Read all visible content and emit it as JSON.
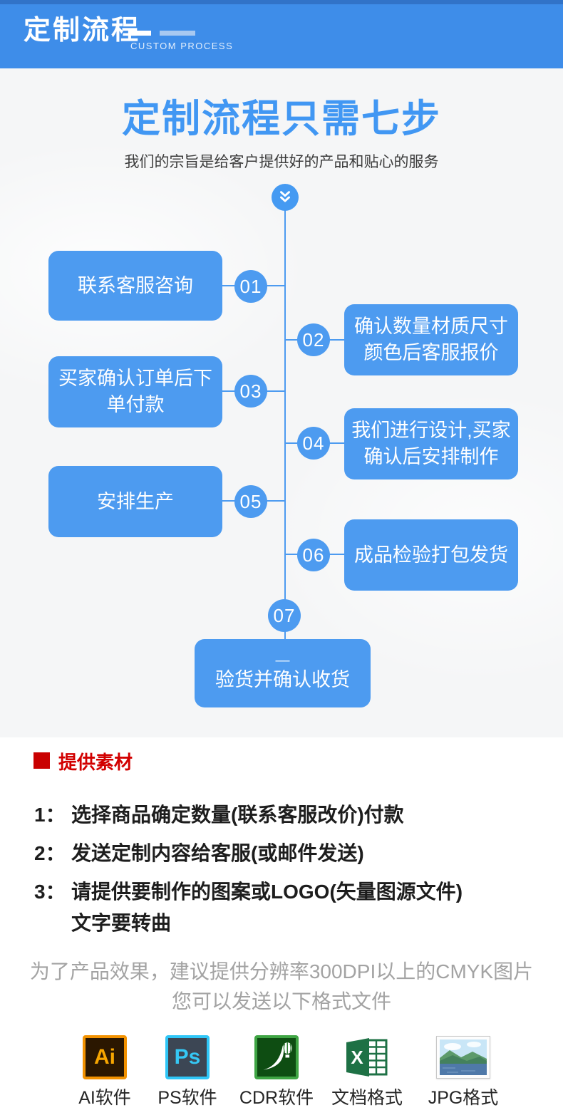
{
  "banner": {
    "title": "定制流程",
    "subtitle": "CUSTOM PROCESS"
  },
  "hero": {
    "title": "定制流程只需七步",
    "subtitle": "我们的宗旨是给客户提供好的产品和贴心的服务"
  },
  "flow": {
    "steps": [
      {
        "num": "01",
        "line1": "联系客服咨询"
      },
      {
        "num": "02",
        "line1": "确认数量材质尺寸",
        "line2": "颜色后客服报价"
      },
      {
        "num": "03",
        "line1": "买家确认订单后下",
        "line2": "单付款"
      },
      {
        "num": "04",
        "line1": "我们进行设计,买家",
        "line2": "确认后安排制作"
      },
      {
        "num": "05",
        "line1": "安排生产"
      },
      {
        "num": "06",
        "line1": "成品检验打包发货"
      },
      {
        "num": "07",
        "dash": "—",
        "line1": "验货并确认收货"
      }
    ]
  },
  "materials": {
    "heading": "提供素材",
    "items": [
      {
        "num": "1：",
        "line1": "选择商品确定数量(联系客服改价)付款"
      },
      {
        "num": "2：",
        "line1": "发送定制内容给客服(或邮件发送)"
      },
      {
        "num": "3：",
        "line1": "请提供要制作的图案或LOGO(矢量图源文件)",
        "line2": "文字要转曲"
      }
    ],
    "note": {
      "line1": "为了产品效果，建议提供分辨率300DPI以上的CMYK图片",
      "line2": "您可以发送以下格式文件"
    },
    "formats": [
      {
        "label": "AI软件",
        "icon": "illustrator-icon",
        "glyph": "Ai"
      },
      {
        "label": "PS软件",
        "icon": "photoshop-icon",
        "glyph": "Ps"
      },
      {
        "label": "CDR软件",
        "icon": "coreldraw-icon"
      },
      {
        "label": "文档格式",
        "icon": "excel-doc-icon",
        "glyph": "X"
      },
      {
        "label": "JPG格式",
        "icon": "jpg-image-icon"
      }
    ]
  },
  "colors": {
    "banner_blue": "#3E8DE9",
    "primary_blue": "#4D9BF0",
    "title_blue": "#4197F3",
    "accent_red": "#C90000",
    "text_dark": "#1D1D1D",
    "note_gray": "#A3A3A3",
    "ai_orange": "#F39200",
    "ps_cyan": "#2FC6F7",
    "cdr_green": "#3FA544",
    "excel_green": "#1E7145"
  }
}
